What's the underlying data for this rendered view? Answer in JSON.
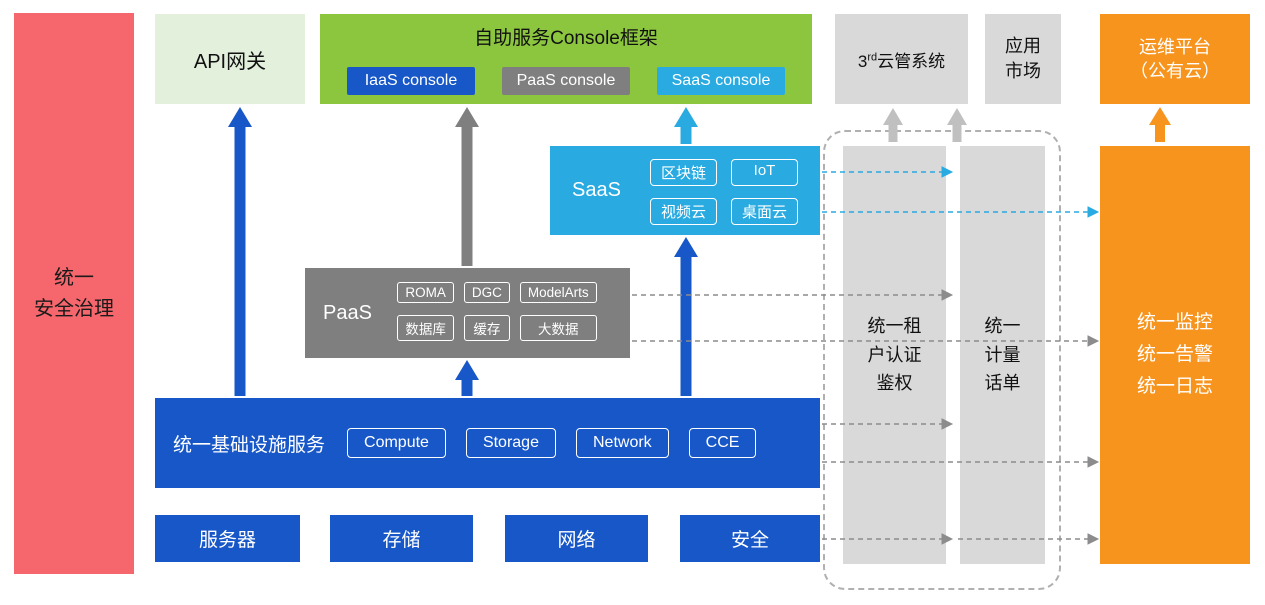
{
  "left_bar": {
    "label": "统一\n安全治理"
  },
  "api_gateway": {
    "label": "API网关"
  },
  "console": {
    "title": "自助服务Console框架",
    "iaas": "IaaS console",
    "paas": "PaaS console",
    "saas": "SaaS console"
  },
  "third_cloud": {
    "base": "3",
    "sup": "rd",
    "rest": "云管系统"
  },
  "app_market": {
    "label": "应用\n市场"
  },
  "ops_platform": {
    "label": "运维平台\n（公有云）"
  },
  "saas_layer": {
    "label": "SaaS",
    "items": [
      "区块链",
      "IoT",
      "视频云",
      "桌面云"
    ]
  },
  "paas_layer": {
    "label": "PaaS",
    "items": [
      "ROMA",
      "DGC",
      "ModelArts",
      "数据库",
      "缓存",
      "大数据"
    ]
  },
  "infra_layer": {
    "label": "统一基础设施服务",
    "items": [
      "Compute",
      "Storage",
      "Network",
      "CCE"
    ]
  },
  "hardware": {
    "items": [
      "服务器",
      "存储",
      "网络",
      "安全"
    ]
  },
  "right_panel": {
    "auth": "统一租\n户认证\n鉴权",
    "billing": "统一\n计量\n话单",
    "monitor": "统一监控\n统一告警\n统一日志"
  },
  "colors": {
    "blue": "#1757C8",
    "cyan": "#29ABE2",
    "green": "#8CC63F",
    "light_green": "#E3F0DC",
    "gray": "#7F7F7F",
    "light_gray": "#D9D9D9",
    "orange": "#F7941E",
    "red": "#F5676C"
  }
}
